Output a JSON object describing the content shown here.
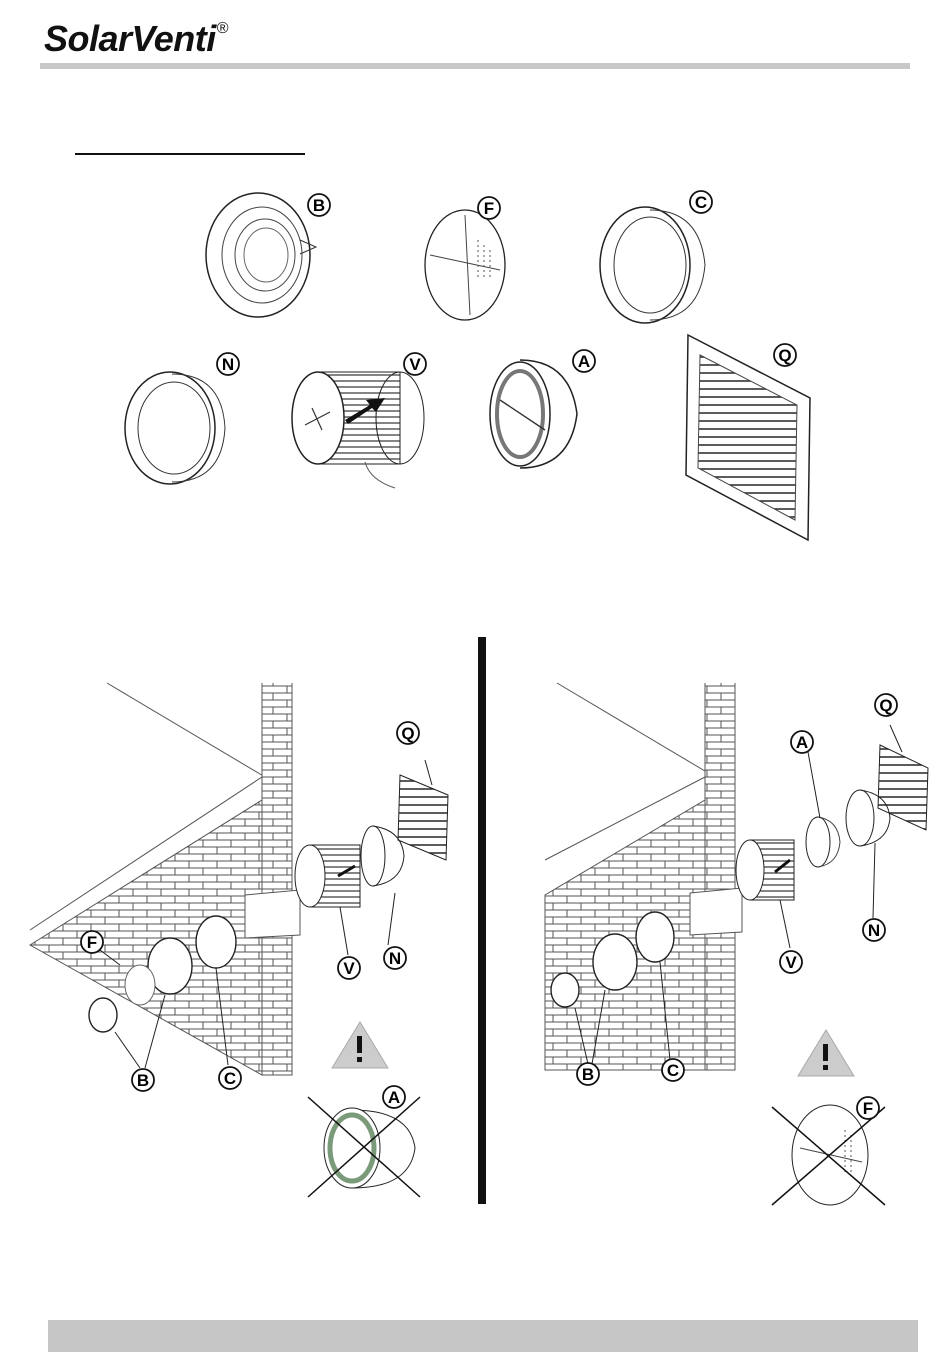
{
  "header": {
    "brand": "SolarVenti",
    "registered_mark": "®"
  },
  "parts": {
    "B": "B",
    "F": "F",
    "C": "C",
    "N": "N",
    "V": "V",
    "A": "A",
    "Q": "Q"
  },
  "icons": {
    "warning": "warning-triangle-icon",
    "exclude": "cross-out-mark"
  },
  "colors": {
    "rule": "#c8c8c8",
    "footer": "#c6c6c6",
    "line": "#111111",
    "damper_seal": "#7a9a7a"
  }
}
